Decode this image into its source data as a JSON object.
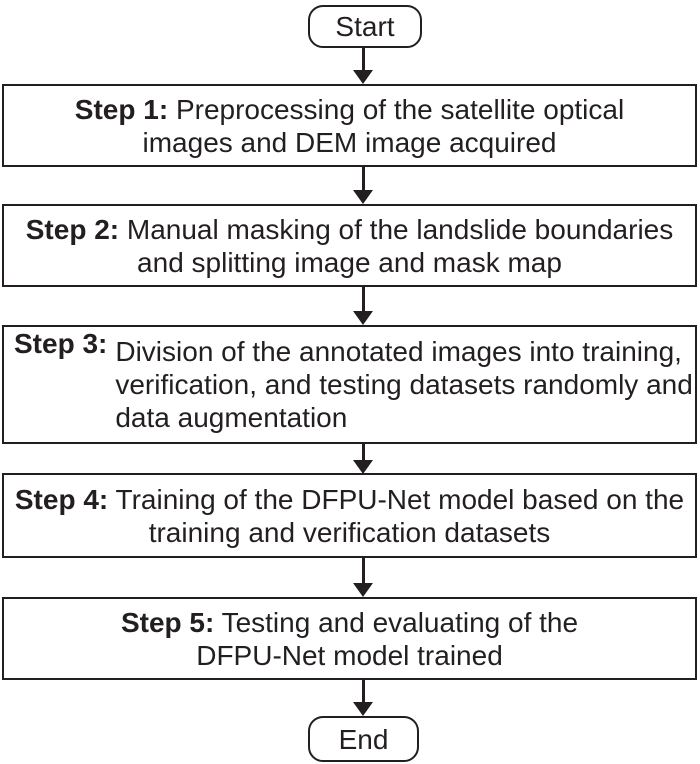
{
  "figure": {
    "type": "flowchart",
    "colors": {
      "ink": "#231f20",
      "background": "#ffffff"
    },
    "start": {
      "label": "Start"
    },
    "end": {
      "label": "End"
    },
    "steps": [
      {
        "label": "Step 1:",
        "line1": "Preprocessing of the satellite optical",
        "line2": "images and DEM image acquired"
      },
      {
        "label": "Step 2:",
        "line1": "Manual masking of the landslide boundaries",
        "line2": "and splitting image and mask map"
      },
      {
        "label": "Step 3:",
        "line1": "Division of the annotated images into training,",
        "line2": "verification, and testing datasets randomly and",
        "line3": "data augmentation"
      },
      {
        "label": "Step 4:",
        "line1": "Training of the DFPU-Net model based on the",
        "line2": "training and verification datasets"
      },
      {
        "label": "Step 5:",
        "line1": "Testing and evaluating of the",
        "line2": "DFPU-Net model trained"
      }
    ]
  }
}
